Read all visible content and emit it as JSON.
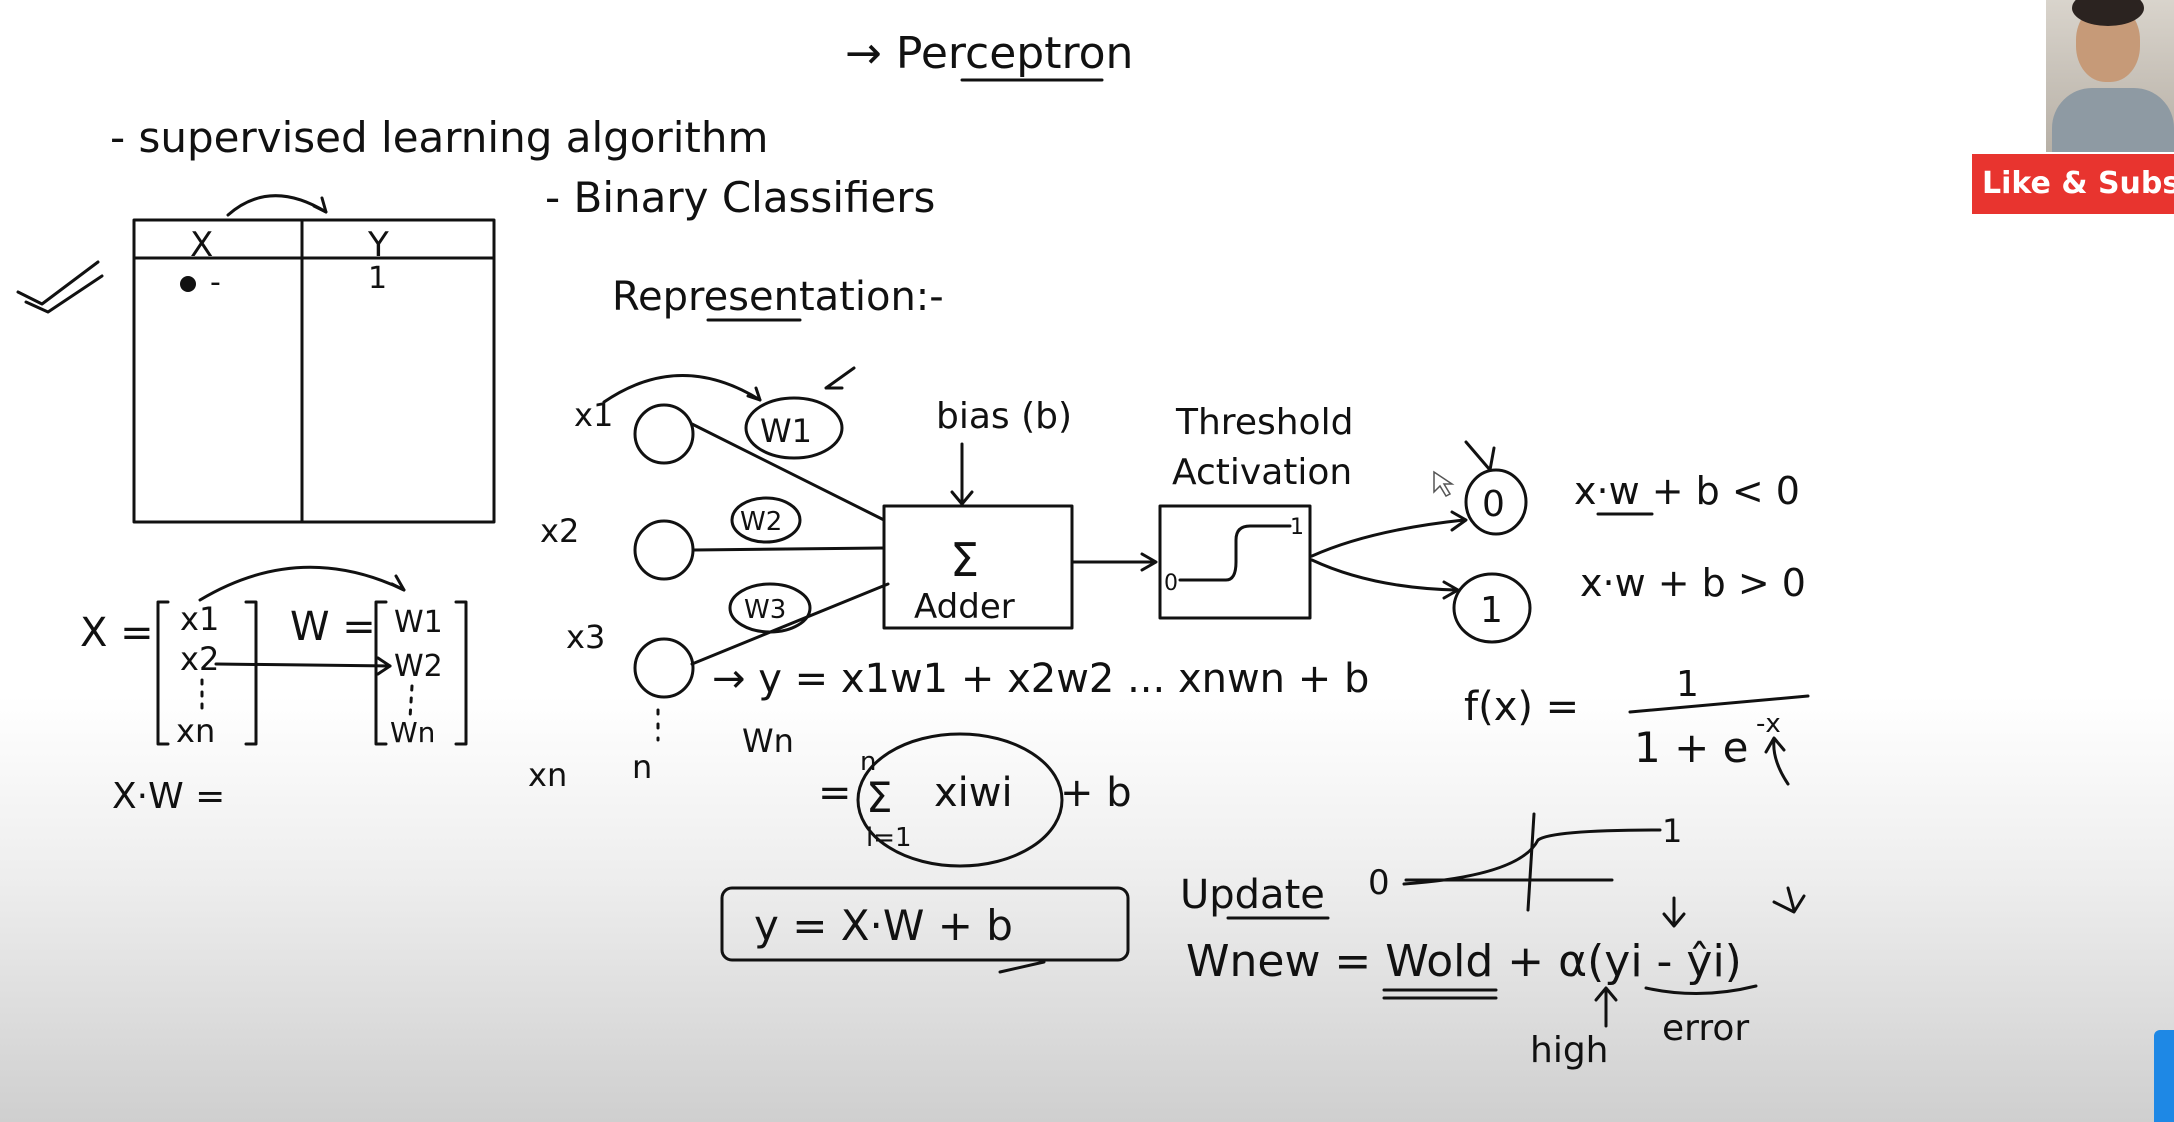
{
  "title": "→ Perceptron",
  "notes": {
    "supervised": "- supervised learning algorithm",
    "binary": "- Binary Classifiers",
    "representation": "Representation:-"
  },
  "table": {
    "header_x": "X",
    "header_y": "Y",
    "row_x": "-",
    "row_y": "1"
  },
  "vectors": {
    "x_label": "X =",
    "x_items": [
      "x1",
      "x2",
      "xn"
    ],
    "w_label": "W =",
    "w_items": [
      "W1",
      "W2",
      "Wn"
    ],
    "dot": "X·W ="
  },
  "diagram": {
    "inputs": [
      "x1",
      "x2",
      "x3",
      "xn"
    ],
    "n_label": "n",
    "weights": [
      "W1",
      "W2",
      "W3",
      "Wn"
    ],
    "bias": "bias (b)",
    "sigma": "Σ",
    "adder": "Adder",
    "threshold_line1": "Threshold",
    "threshold_line2": "Activation",
    "step_low": "0",
    "step_high": "1",
    "out_zero": "0",
    "out_one": "1",
    "cond_zero": "x·w + b < 0",
    "cond_one": "x·w + b > 0"
  },
  "equations": {
    "y_sum": "→ y = x1w1 + x2w2 ... xnwn + b",
    "sum_eq": "=",
    "sum_top": "n",
    "sum_sigma": "Σ",
    "sum_bottom": "i=1",
    "sum_body": "xiwi",
    "sum_tail": "+ b",
    "boxed": "y = X·W + b",
    "sigmoid_left": "f(x) =",
    "sigmoid_num": "1",
    "sigmoid_den": "1 + e",
    "sigmoid_exp": "-x",
    "curve_low": "0",
    "curve_high": "1",
    "update_label": "Update",
    "w_new": "Wnew = Wold + α(yi - ŷi)",
    "high_label": "high",
    "error_label": "error"
  },
  "overlay": {
    "subscribe": "Like & Subsc"
  }
}
